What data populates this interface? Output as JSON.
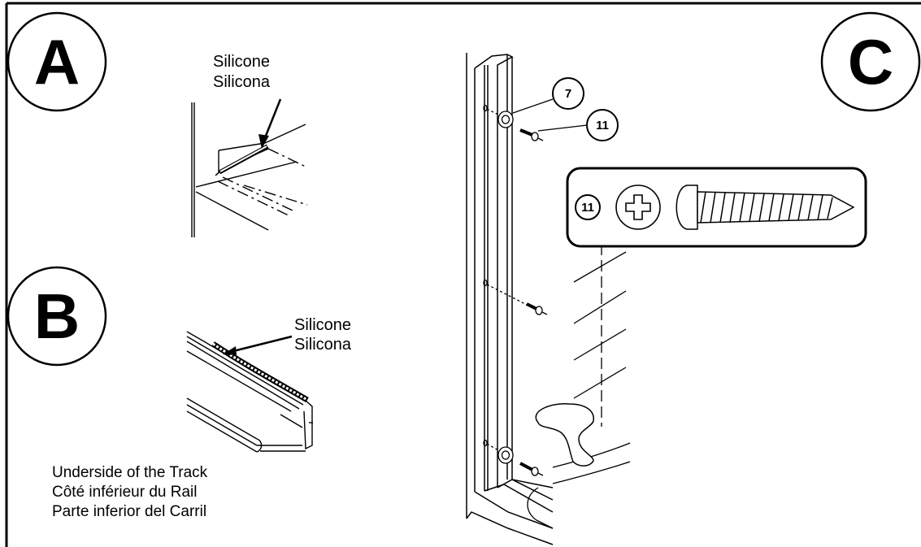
{
  "panels": {
    "a": {
      "letter": "A",
      "silicone_label": [
        "Silicone",
        "Silicona"
      ]
    },
    "b": {
      "letter": "B",
      "silicone_label": [
        "Silicone",
        "Silicona"
      ],
      "caption": [
        "Underside of the Track",
        "Côté inférieur du Rail",
        "Parte inferior del Carril"
      ]
    },
    "c": {
      "letter": "C",
      "callouts": [
        "7",
        "11"
      ],
      "screw_legend_number": "11"
    }
  },
  "colors": {
    "line": "#000000",
    "background": "#ffffff"
  }
}
